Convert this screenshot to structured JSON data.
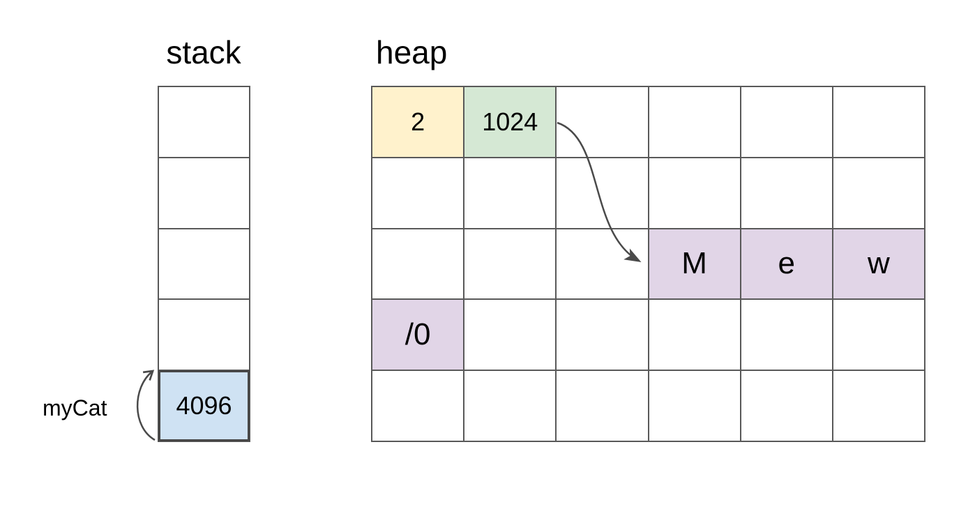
{
  "diagram": {
    "stack": {
      "label": "stack",
      "rows": 5,
      "cols": 1,
      "filled_cells": [
        {
          "row": 5,
          "col": 1,
          "text": "4096",
          "fill": "#cfe2f3",
          "kind": "number",
          "emphasized_border": true
        }
      ]
    },
    "heap": {
      "label": "heap",
      "rows": 5,
      "cols": 6,
      "filled_cells": [
        {
          "row": 1,
          "col": 1,
          "text": "2",
          "fill": "#fff2cc",
          "kind": "number"
        },
        {
          "row": 1,
          "col": 2,
          "text": "1024",
          "fill": "#d5e8d4",
          "kind": "number"
        },
        {
          "row": 3,
          "col": 4,
          "text": "M",
          "fill": "#e1d5e7",
          "kind": "letter"
        },
        {
          "row": 3,
          "col": 5,
          "text": "e",
          "fill": "#e1d5e7",
          "kind": "letter"
        },
        {
          "row": 3,
          "col": 6,
          "text": "w",
          "fill": "#e1d5e7",
          "kind": "letter"
        },
        {
          "row": 4,
          "col": 1,
          "text": "/0",
          "fill": "#e1d5e7",
          "kind": "letter"
        }
      ]
    },
    "pointer_label": "myCat",
    "arrows": [
      {
        "name": "mycat-pointer-arrow",
        "from": "myCat",
        "to": "stack cell 4096"
      },
      {
        "name": "heap-pointer-arrow",
        "from": "heap cell 1024",
        "to": "heap cell M"
      }
    ],
    "colors": {
      "grid_line": "#595959",
      "arrow": "#4a4a4a",
      "text": "#000000",
      "stack_cell_blue": "#cfe2f3",
      "heap_cell_yellow": "#fff2cc",
      "heap_cell_green": "#d5e8d4",
      "heap_cell_purple": "#e1d5e7"
    }
  }
}
